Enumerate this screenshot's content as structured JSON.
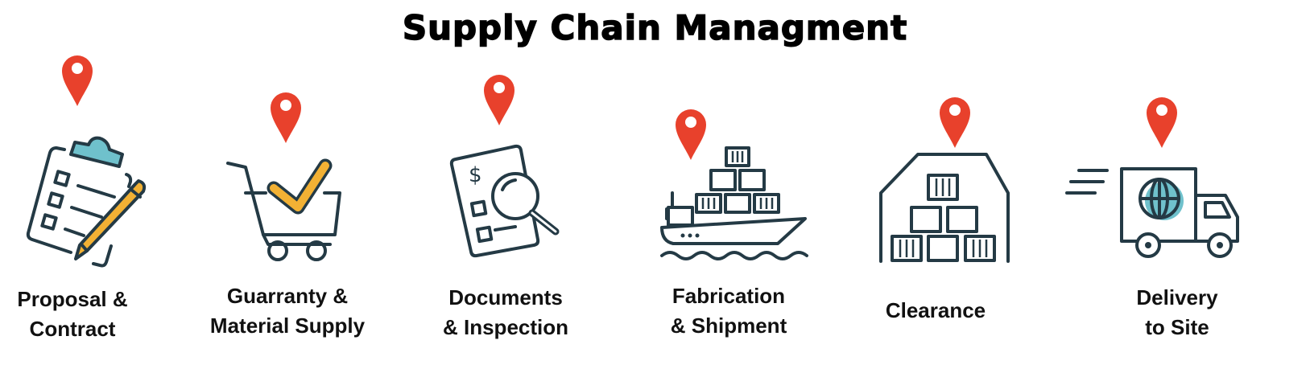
{
  "title": "Supply Chain Managment",
  "colors": {
    "pin": "#e8412c",
    "outline": "#243a45",
    "yellow": "#f2b134",
    "teal": "#6fc1cc"
  },
  "steps": [
    {
      "icon": "clipboard-pencil-icon",
      "lines": [
        "Proposal &",
        "Contract"
      ]
    },
    {
      "icon": "cart-check-icon",
      "lines": [
        "Guarranty &",
        "Material Supply"
      ]
    },
    {
      "icon": "document-magnifier-icon",
      "lines": [
        "Documents",
        "& Inspection"
      ],
      "symbol": "$"
    },
    {
      "icon": "cargo-ship-icon",
      "lines": [
        "Fabrication",
        "& Shipment"
      ]
    },
    {
      "icon": "warehouse-icon",
      "lines": [
        "Clearance"
      ]
    },
    {
      "icon": "delivery-truck-icon",
      "lines": [
        "Delivery",
        "to Site"
      ]
    }
  ]
}
